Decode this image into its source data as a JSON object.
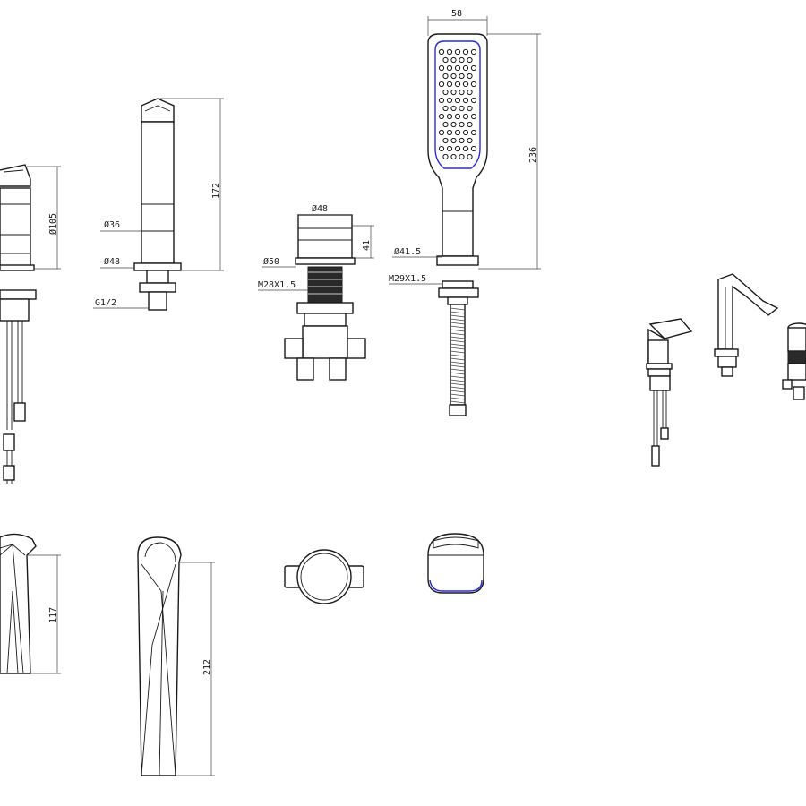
{
  "dimensions": {
    "mixer_height": "Ø105",
    "spout_diameter": "Ø36",
    "spout_base_diameter": "Ø48",
    "spout_height": "172",
    "spout_thread": "G1/2",
    "diverter_diameter": "Ø48",
    "diverter_height": "41",
    "diverter_base_diameter": "Ø50",
    "diverter_thread": "M28X1.5",
    "handshower_width": "58",
    "handshower_height": "236",
    "handshower_base_diameter": "Ø41.5",
    "handshower_thread": "M29X1.5",
    "mixer_top_depth": "117",
    "spout_top_depth": "212"
  },
  "colors": {
    "line": "#1a1a1a",
    "accent": "#2a2ad8"
  }
}
